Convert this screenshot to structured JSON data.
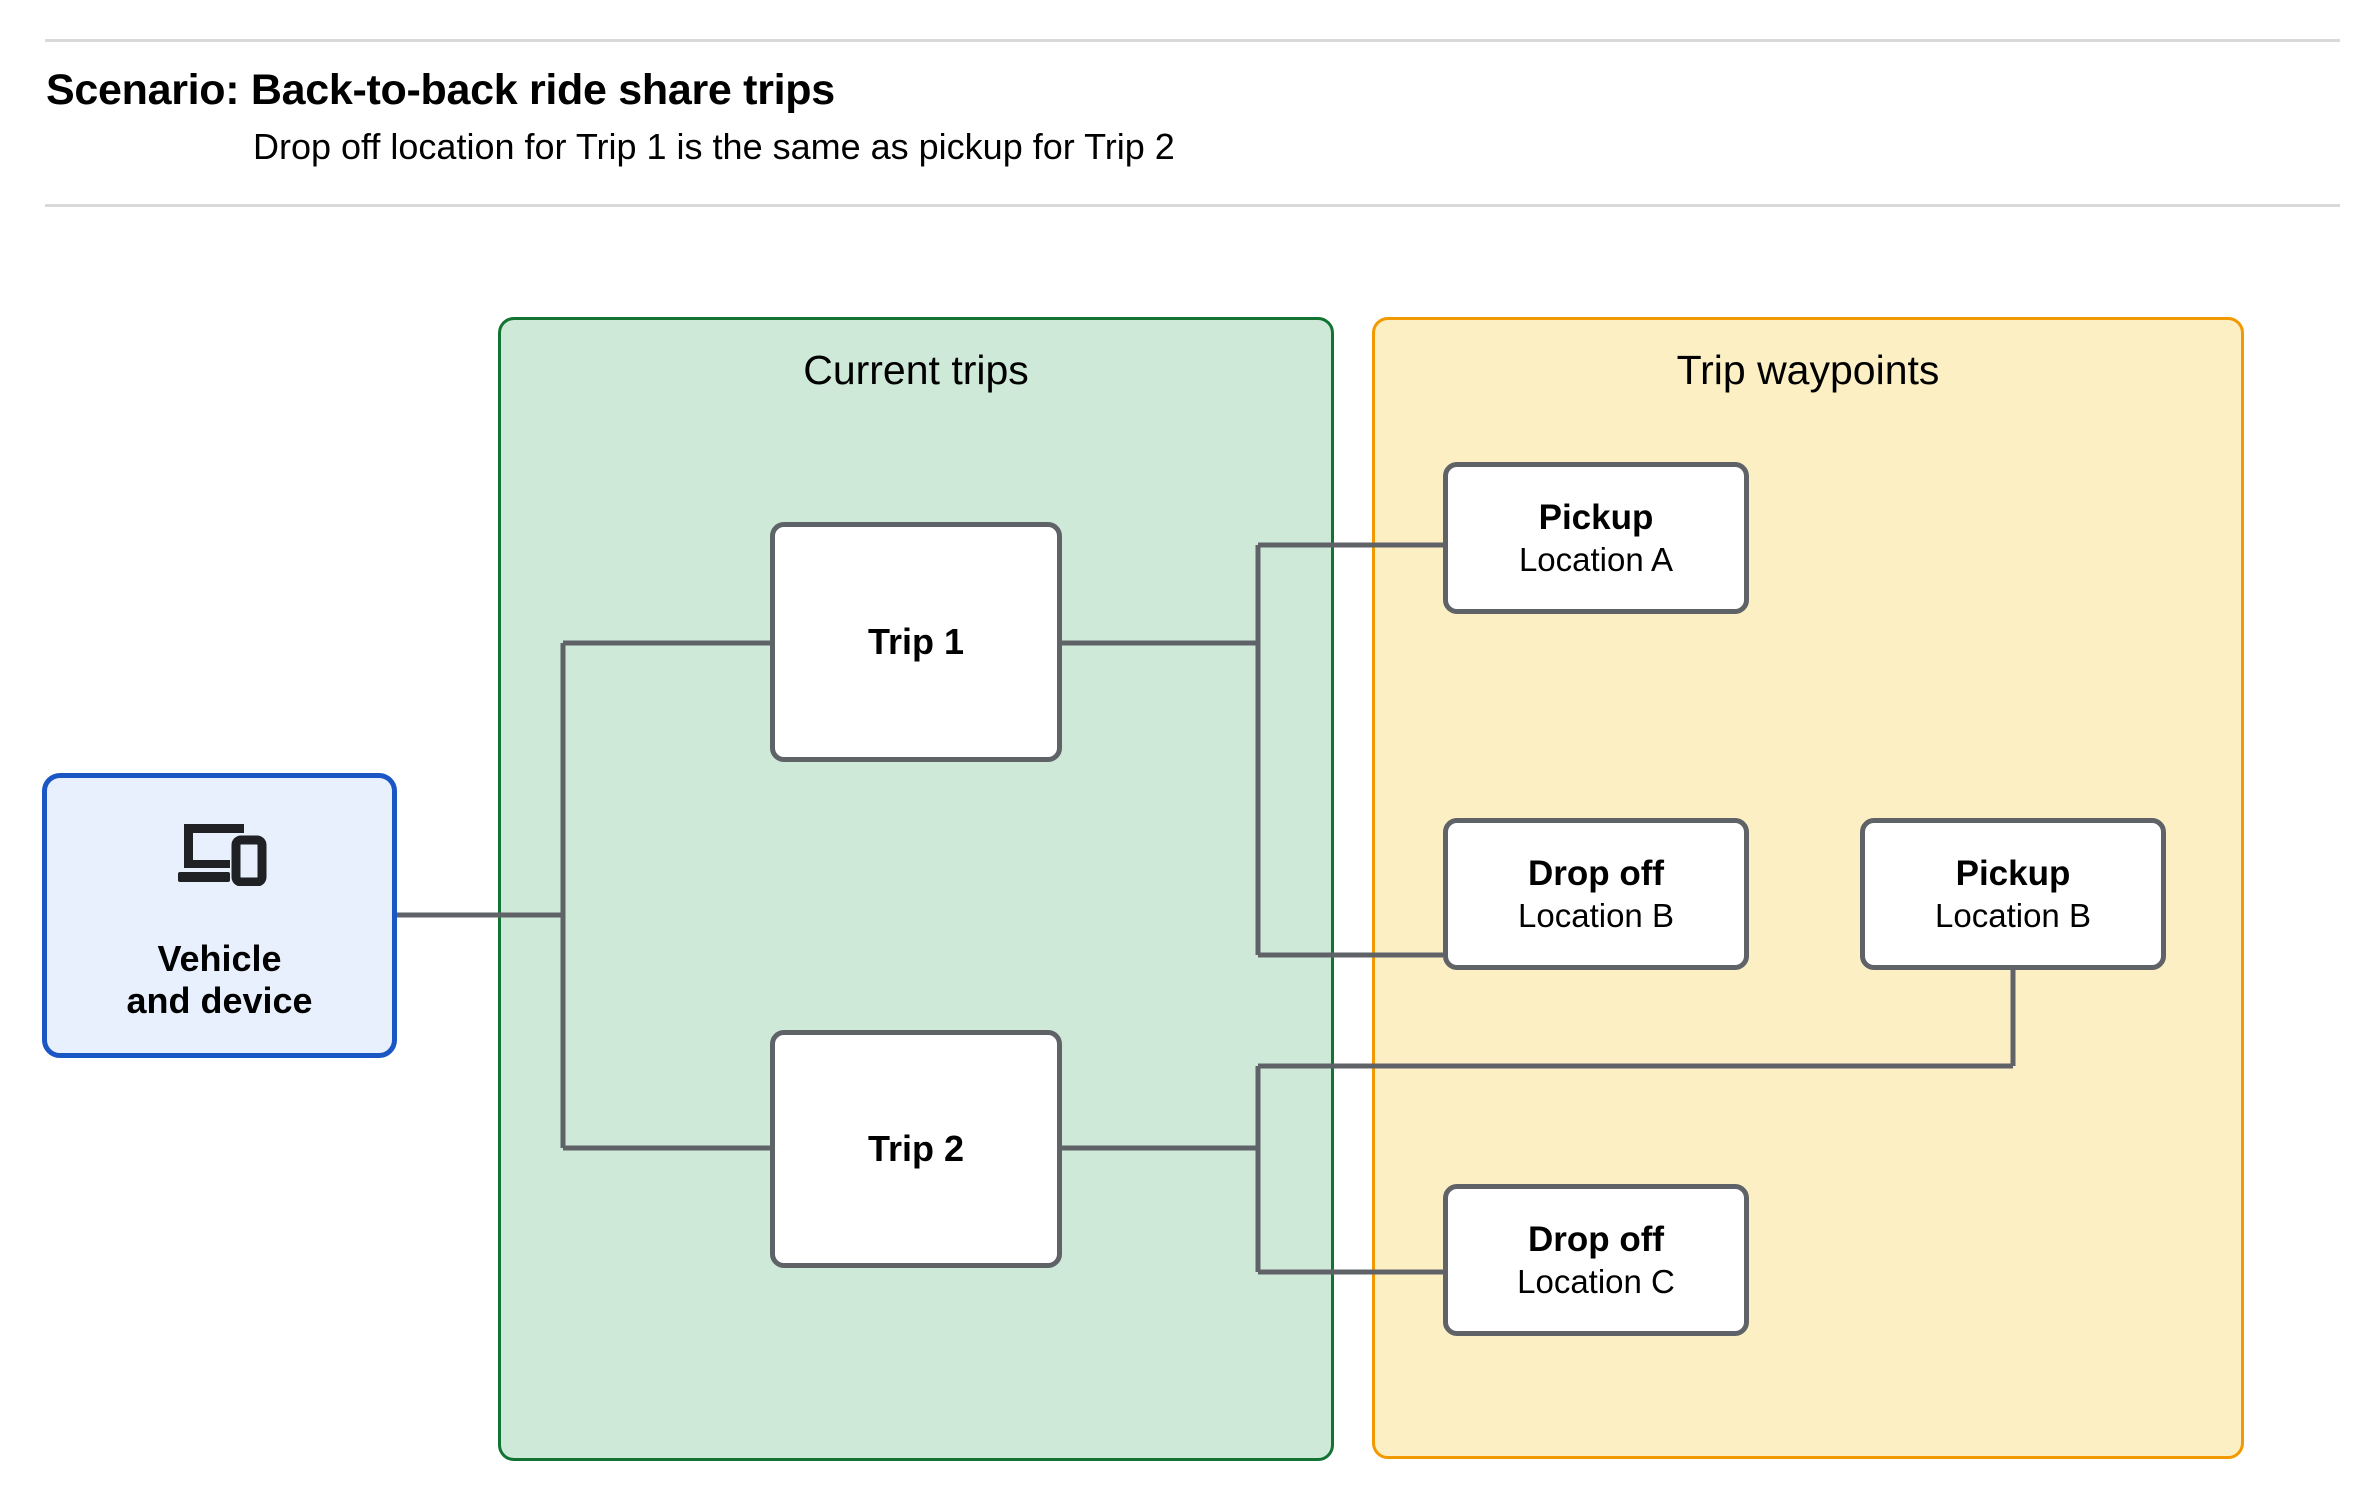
{
  "header": {
    "title": "Scenario: Back-to-back ride share trips",
    "subtitle": "Drop off  location for Trip 1 is the same as pickup for Trip 2"
  },
  "groups": {
    "current_trips": {
      "label": "Current trips",
      "fill": "#cee9d8",
      "border": "#137333"
    },
    "trip_waypoints": {
      "label": "Trip waypoints",
      "fill": "#fcefc3",
      "border": "#f29900"
    }
  },
  "nodes": {
    "vehicle": {
      "icon": "devices-icon",
      "line1": "Vehicle",
      "line2": "and device",
      "fill": "#e8f0fe",
      "border": "#1a56c4"
    },
    "trip_1": {
      "label": "Trip 1"
    },
    "trip_2": {
      "label": "Trip 2"
    },
    "pickup_a": {
      "title": "Pickup",
      "subtitle": "Location A"
    },
    "dropoff_b": {
      "title": "Drop off",
      "subtitle": "Location B"
    },
    "pickup_b": {
      "title": "Pickup",
      "subtitle": "Location B"
    },
    "dropoff_c": {
      "title": "Drop off",
      "subtitle": "Location C"
    }
  },
  "colors": {
    "connector": "#5f6368",
    "node_border": "#5f6368",
    "rule": "#d9d9d9",
    "text": "#000000"
  }
}
